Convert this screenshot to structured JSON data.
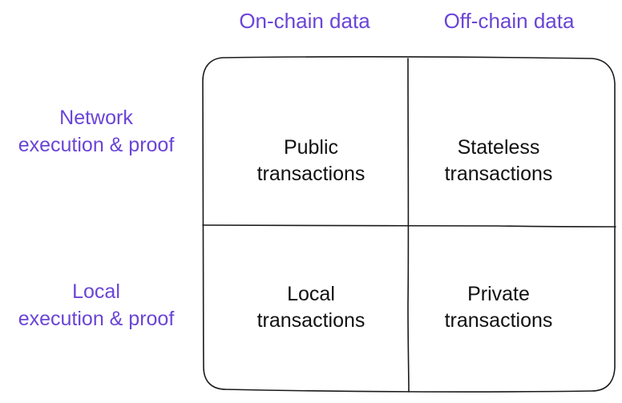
{
  "columns": [
    {
      "label": "On-chain data"
    },
    {
      "label": "Off-chain data"
    }
  ],
  "rows": [
    {
      "lines": [
        "Network",
        "execution & proof"
      ]
    },
    {
      "lines": [
        "Local",
        "execution & proof"
      ]
    }
  ],
  "cells": [
    {
      "lines": [
        "Public",
        "transactions"
      ]
    },
    {
      "lines": [
        "Stateless",
        "transactions"
      ]
    },
    {
      "lines": [
        "Local",
        "transactions"
      ]
    },
    {
      "lines": [
        "Private",
        "transactions"
      ]
    }
  ],
  "colors": {
    "accent": "#6a45d6",
    "text": "#111111",
    "stroke": "#1a1a1a"
  }
}
